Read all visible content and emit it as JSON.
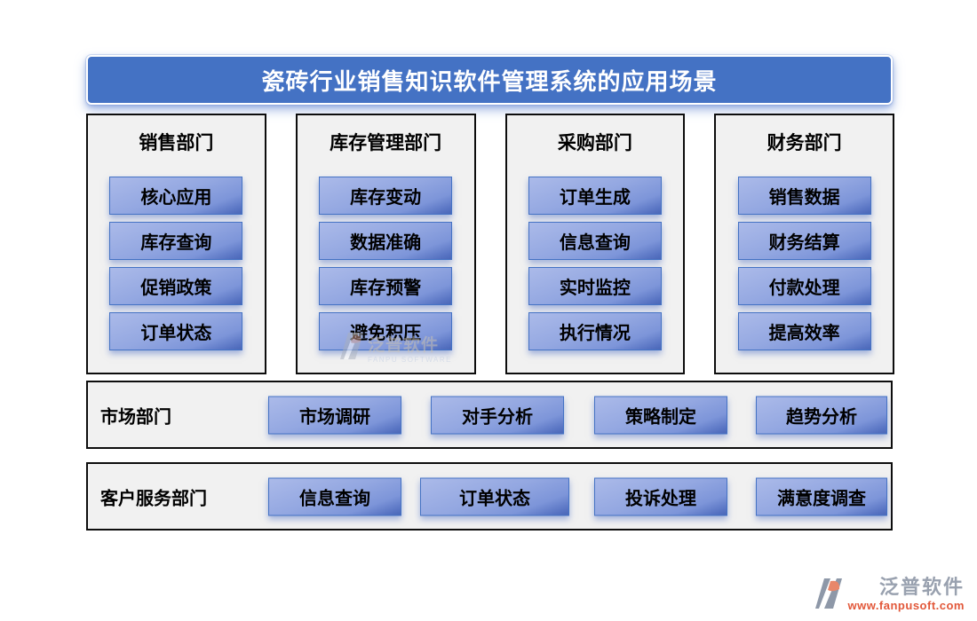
{
  "title": "瓷砖行业销售知识软件管理系统的应用场景",
  "departments": [
    {
      "name": "销售部门",
      "items": [
        "核心应用",
        "库存查询",
        "促销政策",
        "订单状态"
      ]
    },
    {
      "name": "库存管理部门",
      "items": [
        "库存变动",
        "数据准确",
        "库存预警",
        "避免积压"
      ]
    },
    {
      "name": "采购部门",
      "items": [
        "订单生成",
        "信息查询",
        "实时监控",
        "执行情况"
      ]
    },
    {
      "name": "财务部门",
      "items": [
        "销售数据",
        "财务结算",
        "付款处理",
        "提高效率"
      ]
    }
  ],
  "bottom_rows": [
    {
      "name": "市场部门",
      "items": [
        "市场调研",
        "对手分析",
        "策略制定",
        "趋势分析"
      ]
    },
    {
      "name": "客户服务部门",
      "items": [
        "信息查询",
        "订单状态",
        "投诉处理",
        "满意度调查"
      ]
    }
  ],
  "watermark": {
    "name": "泛普软件",
    "subtitle": "FANPU SOFTWARE"
  },
  "brand": {
    "name": "泛普软件",
    "website": "www.fanpusoft.com"
  },
  "colors": {
    "title_bar_blue": "#4472C4",
    "panel_background": "#f1f1f1",
    "button_gradient_light": "#abbae9",
    "button_gradient_dark": "#4a67b7",
    "button_border": "#4472c4",
    "panel_border": "#0d0d0d",
    "brand_gray": "#99a1af",
    "brand_orange": "#e2583a"
  }
}
